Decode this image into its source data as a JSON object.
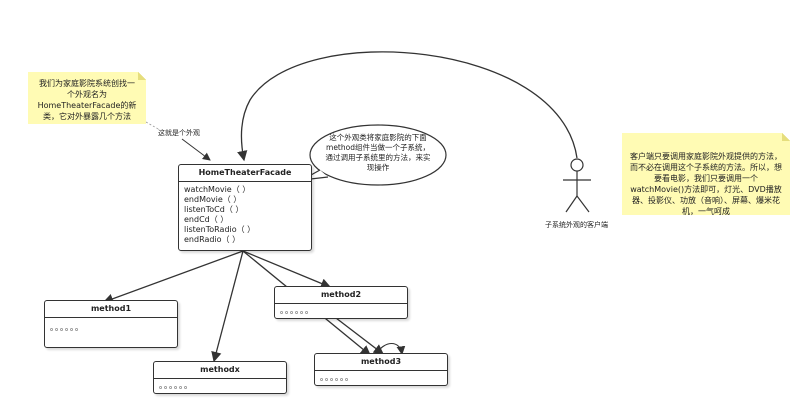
{
  "notes": {
    "facade_note": "我们为家庭影院系统创找一个外观名为HomeTheaterFacade的新类，它对外暴露几个方法",
    "client_note": "客户端只要调用家庭影院外观提供的方法，而不必在调用这个子系统的方法。所以，想要看电影，我们只要调用一个watchMovie()方法即可，灯光、DVD播放器、投影仪、功放（音响）、屏幕、爆米花机，一气呵成"
  },
  "labels": {
    "this_is_facade": "这就是个外观",
    "actor_label": "子系统外观的客户端"
  },
  "bubble": {
    "text": "这个外观类将家庭影院的下面method组件当做一个子系统，通过调用子系统里的方法，来实现操作"
  },
  "facade": {
    "title": "HomeTheaterFacade",
    "methods": [
      "watchMovie（ ）",
      "endMovie（ ）",
      "listenToCd（ ）",
      "endCd（ ）",
      "listenToRadio（ ）",
      "endRadio（ ）"
    ]
  },
  "subsystems": {
    "method1": {
      "title": "method1",
      "body": "。。。。。。"
    },
    "method2": {
      "title": "method2",
      "body": "。。。。。。"
    },
    "method3": {
      "title": "method3",
      "body": "。。。。。。"
    },
    "methodx": {
      "title": "methodx",
      "body": "。。。。。。"
    }
  },
  "colors": {
    "note_bg": "#fffbb4",
    "line": "#333333"
  }
}
